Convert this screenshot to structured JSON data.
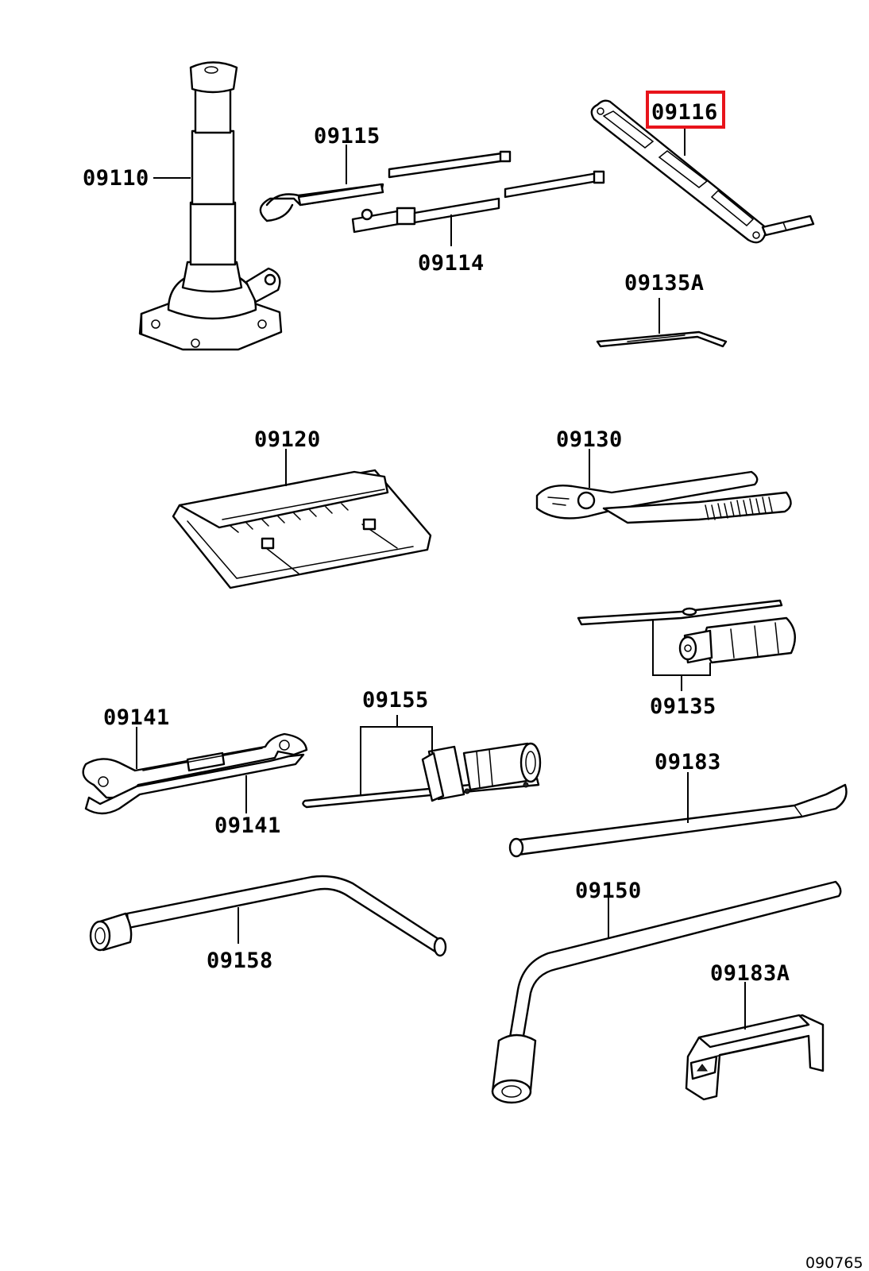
{
  "diagram": {
    "reference_code": "090765",
    "highlight_color": "#e8141b",
    "parts": {
      "p09110": "09110",
      "p09115": "09115",
      "p09114": "09114",
      "p09116": "09116",
      "p09135A": "09135A",
      "p09120": "09120",
      "p09130": "09130",
      "p09135": "09135",
      "p09141a": "09141",
      "p09141b": "09141",
      "p09155": "09155",
      "p09183": "09183",
      "p09158": "09158",
      "p09150": "09150",
      "p09183A": "09183A"
    },
    "highlighted_part": "09116"
  }
}
